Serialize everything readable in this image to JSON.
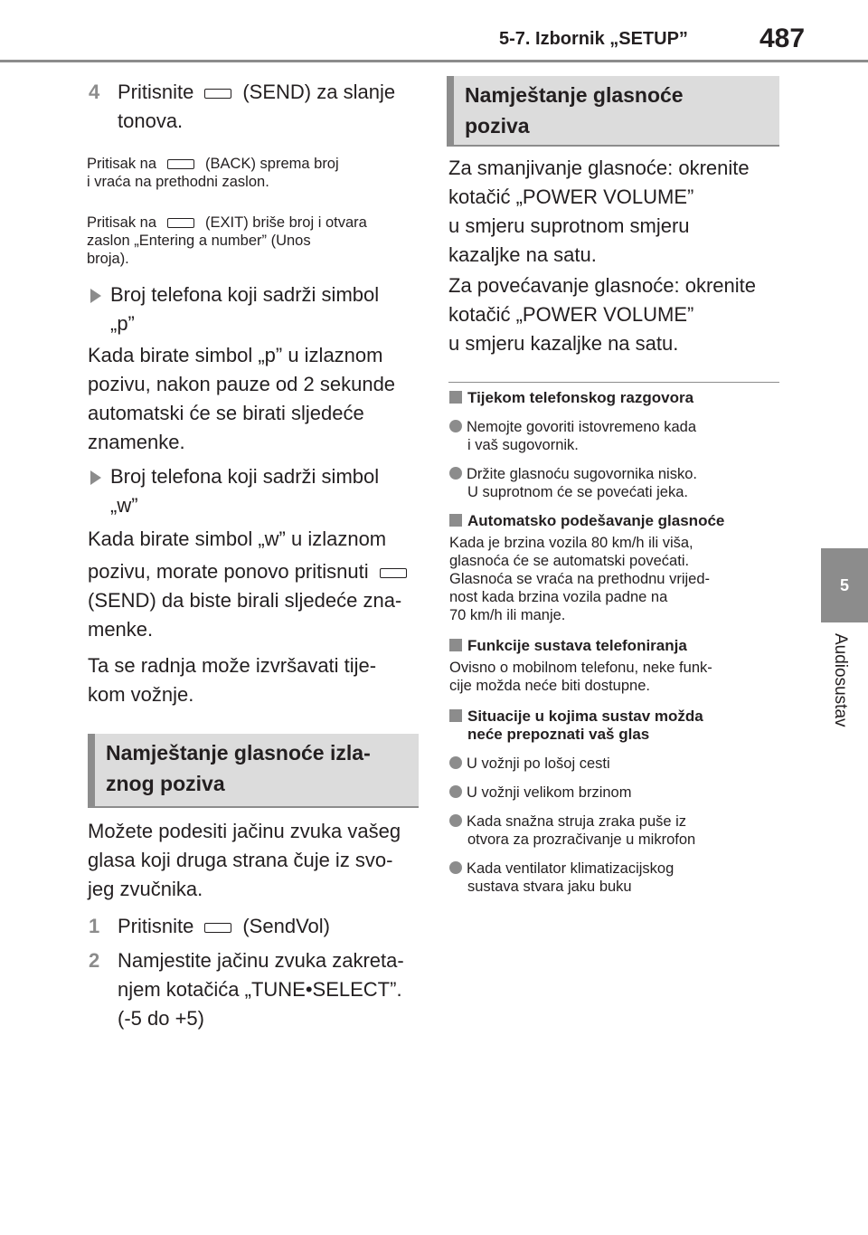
{
  "header": {
    "title": "5-7. Izbornik „SETUP”",
    "page_number": "487"
  },
  "side_tab": {
    "number": "5",
    "label": "Audiosustav"
  },
  "left": {
    "step4": {
      "num": "4",
      "pre": "Pritisnite",
      "post": "(SEND) za slanje",
      "line2": "tonova."
    },
    "note1": {
      "pre": "Pritisak na",
      "post": "(BACK) sprema broj",
      "line2": "i vraća na prethodni zaslon."
    },
    "note2": {
      "pre": "Pritisak na",
      "post": "(EXIT) briše broj i otvara",
      "line2": "zaslon „Entering a number” (Unos",
      "line3": "broja)."
    },
    "bullet_p": {
      "line1": "Broj telefona koji sadrži simbol",
      "line2": "„p”"
    },
    "para_p": [
      "Kada birate simbol „p” u izlaznom",
      "pozivu, nakon pauze od 2 sekunde",
      "automatski će se birati sljedeće",
      "znamenke."
    ],
    "bullet_w": {
      "line1": "Broj telefona koji sadrži simbol",
      "line2": "„w”"
    },
    "para_w": {
      "line1": "Kada birate simbol „w” u izlaznom",
      "line2": "pozivu, morate ponovo pritisnuti",
      "line3": "(SEND) da biste birali sljedeće zna-",
      "line4": "menke."
    },
    "para_drive": [
      "Ta se radnja može izvršavati tije-",
      "kom vožnje."
    ],
    "section": {
      "line1": "Namještanje glasnoće izla-",
      "line2": "znog poziva"
    },
    "intro": [
      "Možete podesiti jačinu zvuka vašeg",
      "glasa koji druga strana čuje iz svo-",
      "jeg zvučnika."
    ],
    "step1": {
      "num": "1",
      "pre": "Pritisnite",
      "post": "(SendVol)"
    },
    "step2": {
      "num": "2",
      "line1": "Namjestite jačinu zvuka zakreta-",
      "line2": "njem kotačića „TUNE•SELECT”.",
      "line3": "(-5 do +5)"
    }
  },
  "right": {
    "section": {
      "line1": "Namještanje glasnoće",
      "line2": "poziva"
    },
    "para_down": [
      "Za smanjivanje glasnoće: okrenite",
      "kotačić „POWER VOLUME”",
      "u smjeru suprotnom smjeru",
      "kazaljke na satu."
    ],
    "para_up": [
      "Za povećavanje glasnoće: okrenite",
      "kotačić „POWER VOLUME”",
      "u smjeru kazaljke na satu."
    ],
    "h1": "Tijekom telefonskog razgovora",
    "h1_bullets": [
      [
        "Nemojte govoriti istovremeno kada",
        "i vaš sugovornik."
      ],
      [
        "Držite glasnoću sugovornika nisko.",
        "U suprotnom će se povećati jeka."
      ]
    ],
    "h2": "Automatsko podešavanje glasnoće",
    "h2_text": [
      "Kada je brzina vozila 80 km/h ili viša,",
      "glasnoća će se automatski povećati.",
      "Glasnoća se vraća na prethodnu vrijed-",
      "nost kada brzina vozila padne na",
      "70 km/h ili manje."
    ],
    "h3": "Funkcije sustava telefoniranja",
    "h3_text": [
      "Ovisno o mobilnom telefonu, neke funk-",
      "cije možda neće biti dostupne."
    ],
    "h4": [
      "Situacije u kojima sustav možda",
      "neće prepoznati vaš glas"
    ],
    "h4_bullets": [
      [
        "U vožnji po lošoj cesti"
      ],
      [
        "U vožnji velikom brzinom"
      ],
      [
        "Kada snažna struja zraka puše iz",
        "otvora za prozračivanje u mikrofon"
      ],
      [
        "Kada ventilator klimatizacijskog",
        "sustava stvara jaku buku"
      ]
    ]
  },
  "colors": {
    "accent_gray": "#8c8c8c",
    "box_bg": "#dcdcdc",
    "text": "#231f20"
  }
}
